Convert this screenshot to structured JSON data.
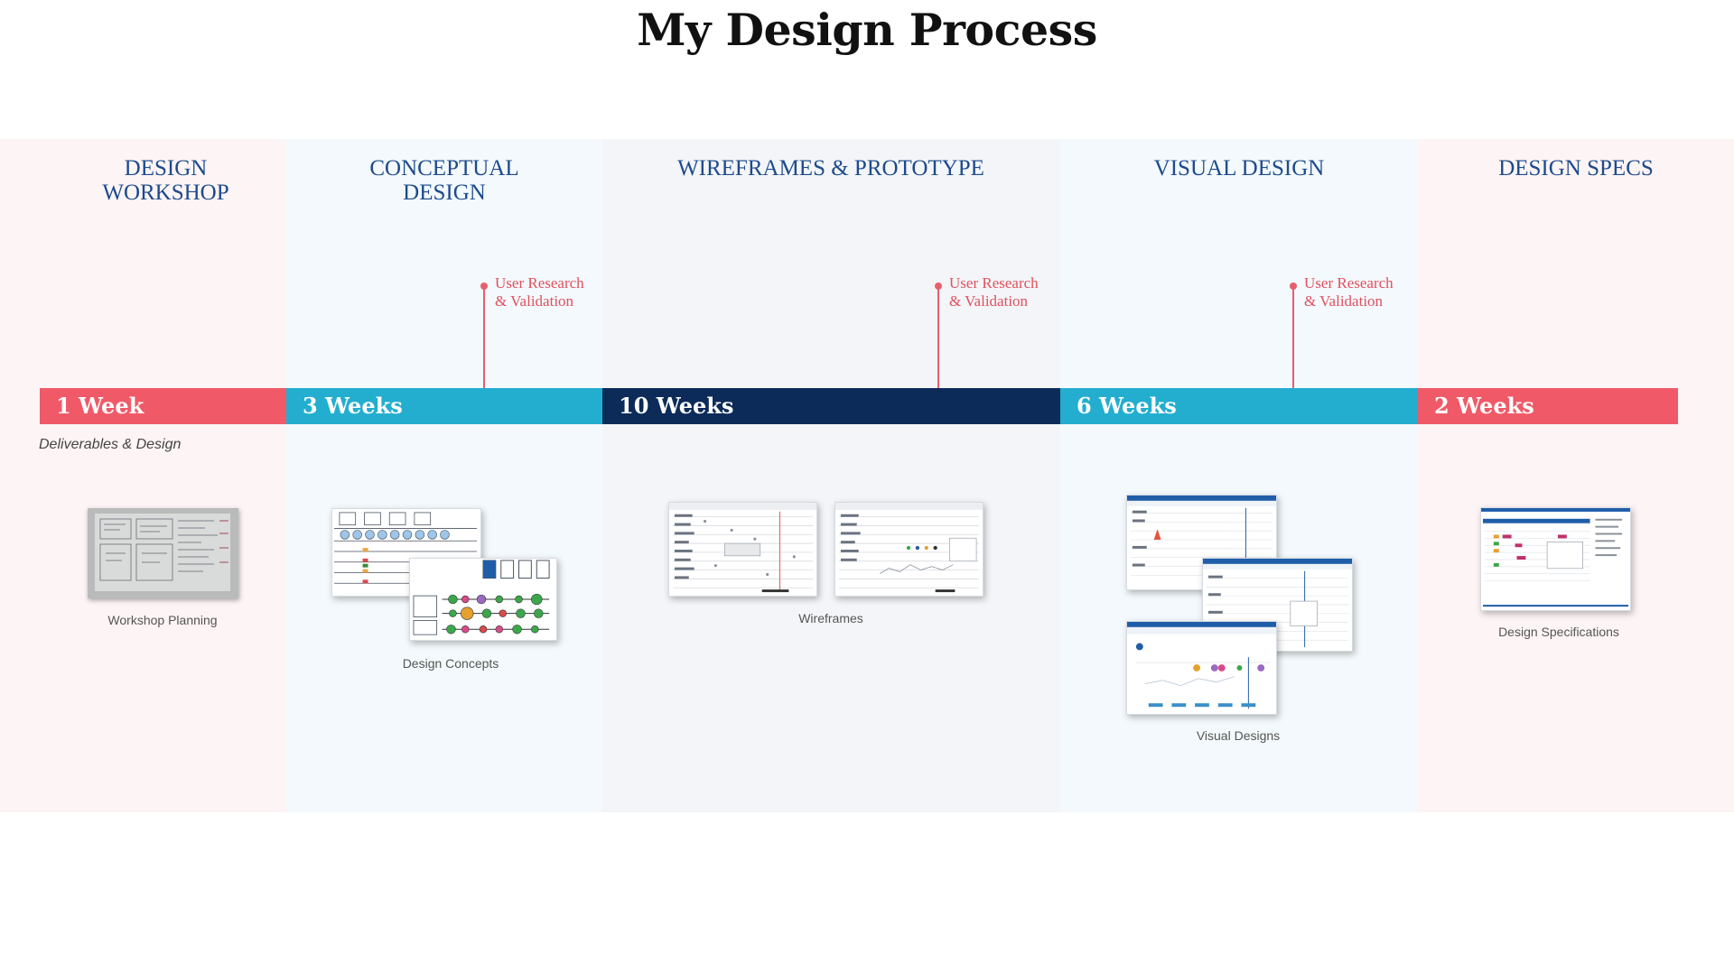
{
  "title": "My Design Process",
  "deliverables_label": "Deliverables & Design",
  "phases": [
    {
      "title_lines": [
        "DESIGN",
        "WORKSHOP"
      ],
      "duration": "1 Week",
      "bar_color": "#f05a68",
      "bg_color": "#fdf4f5",
      "caption": "Workshop Planning"
    },
    {
      "title_lines": [
        "CONCEPTUAL",
        "DESIGN"
      ],
      "duration": "3 Weeks",
      "bar_color": "#23aecf",
      "bg_color": "#f3f9fc",
      "caption": "Design Concepts"
    },
    {
      "title_lines": [
        "WIREFRAMES & PROTOTYPE"
      ],
      "duration": "10 Weeks",
      "bar_color": "#0c2b59",
      "bg_color": "#f3f5f8",
      "caption": "Wireframes"
    },
    {
      "title_lines": [
        "VISUAL DESIGN"
      ],
      "duration": "6 Weeks",
      "bar_color": "#23aecf",
      "bg_color": "#f3f9fc",
      "caption": "Visual Designs"
    },
    {
      "title_lines": [
        "DESIGN SPECS"
      ],
      "duration": "2 Weeks",
      "bar_color": "#f05a68",
      "bg_color": "#fdf4f5",
      "caption": "Design Specifications"
    }
  ],
  "milestones": [
    {
      "line1": "User Research",
      "line2": "& Validation"
    },
    {
      "line1": "User Research",
      "line2": "& Validation"
    },
    {
      "line1": "User Research",
      "line2": "& Validation"
    }
  ],
  "colors": {
    "milestone": "#e85f6c",
    "phase_title": "#1d4a8c"
  }
}
